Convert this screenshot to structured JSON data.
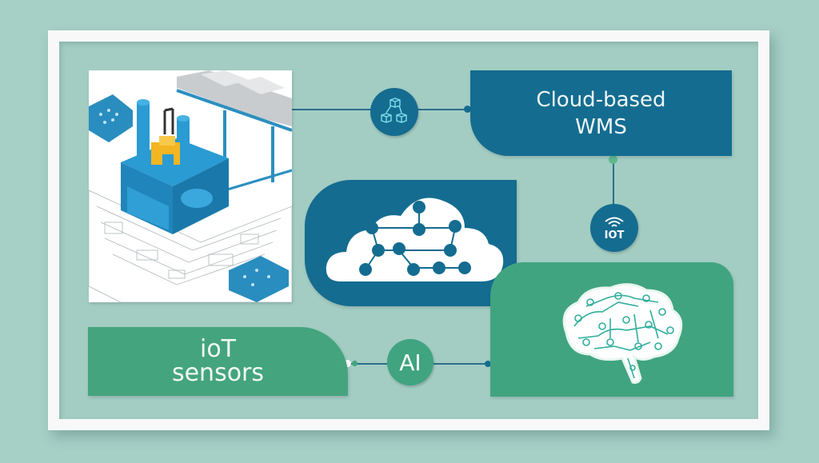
{
  "diagram": {
    "nodes": {
      "wms": {
        "line1": "Cloud-based",
        "line2": "WMS"
      },
      "iot_sensors": {
        "line1": "ioT",
        "line2": "sensors"
      },
      "ai": {
        "label": "AI"
      },
      "iot_badge": {
        "label": "IOT"
      }
    },
    "icons": {
      "warehouse_illustration": "isometric-industrial-equipment-blueprint",
      "blocks": "connected-cubes-icon",
      "wifi": "wifi-icon",
      "cloud_network": "cloud-network-icon",
      "brain": "circuit-brain-icon"
    },
    "colors": {
      "background": "#a6cfc6",
      "frame": "#f7f8f7",
      "navy_blue": "#146c90",
      "green": "#3fa47f",
      "connector": "#2c6f8a"
    }
  }
}
